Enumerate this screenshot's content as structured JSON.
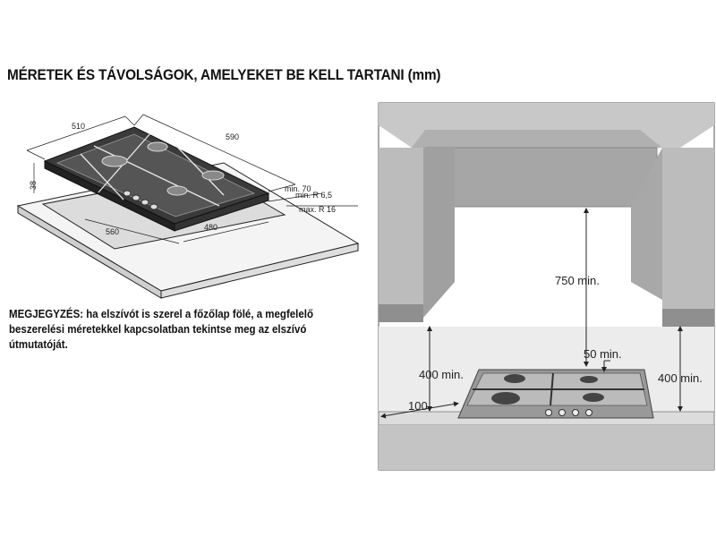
{
  "title": "MÉRETEK ÉS TÁVOLSÁGOK, AMELYEKET BE KELL TARTANI (mm)",
  "note": {
    "label": "MEGJEGYZÉS:",
    "text": " ha elszívót is szerel a főzőlap fölé, a megfelelő beszerelési méretekkel kapcsolatban tekintse meg az elszívó útmutatóját."
  },
  "left_diagram": {
    "width": "510",
    "depth": "590",
    "height": "38",
    "min_70": "min. 70",
    "min_r": "min. R 6,5",
    "max_r": "max. R 16",
    "cutout_w": "560",
    "cutout_d": "480"
  },
  "right_diagram": {
    "hood_clearance": "750 min.",
    "left_clearance": "400 min.",
    "right_clearance": "400 min.",
    "back_distance": "50 min.",
    "side_distance": "100"
  }
}
